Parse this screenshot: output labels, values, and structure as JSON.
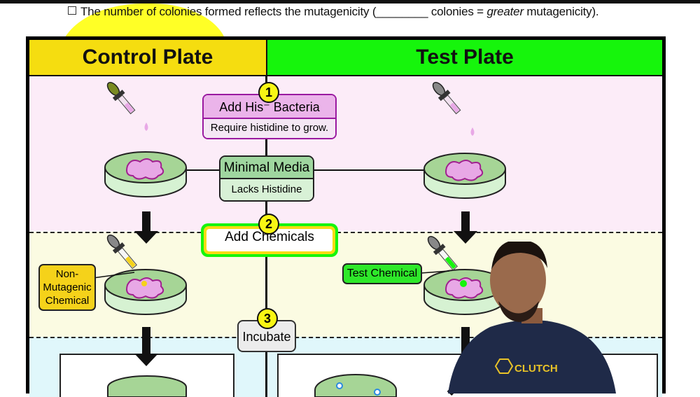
{
  "note": {
    "prefix": "The number of colonies formed reflects the mutagenicity (",
    "blank": "________",
    "middle": " colonies = ",
    "emph": "greater",
    "suffix": " mutagenicity)."
  },
  "diagram": {
    "control_header": "Control Plate",
    "test_header": "Test Plate",
    "steps": [
      {
        "number": "1",
        "title": "Add His⁻ Bacteria",
        "subtitle": "Require histidine to grow."
      },
      {
        "number": "2",
        "title": "Add Chemicals"
      },
      {
        "number": "3",
        "title": "Incubate"
      }
    ],
    "media": {
      "title": "Minimal Media",
      "subtitle": "Lacks Histidine"
    },
    "control_chemical_label": "Non-Mutagenic Chemical",
    "test_chemical_label": "Test Chemical",
    "colors": {
      "control": "#f5dd10",
      "test": "#16f50c",
      "bacteria": "#e8a8e6",
      "agar": "#a6d596"
    }
  },
  "presenter": {
    "shirt_text": "CLUTCH"
  }
}
